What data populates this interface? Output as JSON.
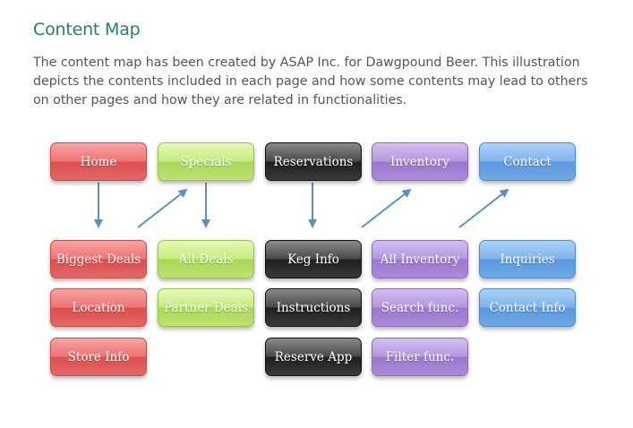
{
  "page": {
    "title": "Content Map",
    "description": "The content map has been created by ASAP Inc. for Dawgpound Beer. This illustration depicts the contents included in each page and how some contents may lead to others on other pages and how they are related in functionalities."
  },
  "colors": {
    "title": "#2b7a74",
    "arrow": "#5b8fc7",
    "red": "#e36767",
    "green": "#bde36f",
    "black": "#2a2a2a",
    "purple": "#ab8bd8",
    "blue": "#70a9e6"
  },
  "diagram": {
    "pages": [
      {
        "label": "Home",
        "color": "red"
      },
      {
        "label": "Specials",
        "color": "green"
      },
      {
        "label": "Reservations",
        "color": "black"
      },
      {
        "label": "Inventory",
        "color": "purple"
      },
      {
        "label": "Contact",
        "color": "blue"
      }
    ],
    "contents": [
      [
        "Biggest Deals",
        "Location",
        "Store Info"
      ],
      [
        "All Deals",
        "Partner Deals"
      ],
      [
        "Keg Info",
        "Instructions",
        "Reserve App"
      ],
      [
        "All Inventory",
        "Search func.",
        "Filter func."
      ],
      [
        "Inquiries",
        "Contact Info"
      ]
    ],
    "arrows": [
      {
        "from": "Home",
        "to": "Biggest Deals"
      },
      {
        "from": "Biggest Deals",
        "to": "Specials"
      },
      {
        "from": "Specials",
        "to": "All Deals"
      },
      {
        "from": "Reservations",
        "to": "Keg Info"
      },
      {
        "from": "Keg Info",
        "to": "Inventory"
      },
      {
        "from": "All Inventory",
        "to": "Contact"
      }
    ]
  }
}
